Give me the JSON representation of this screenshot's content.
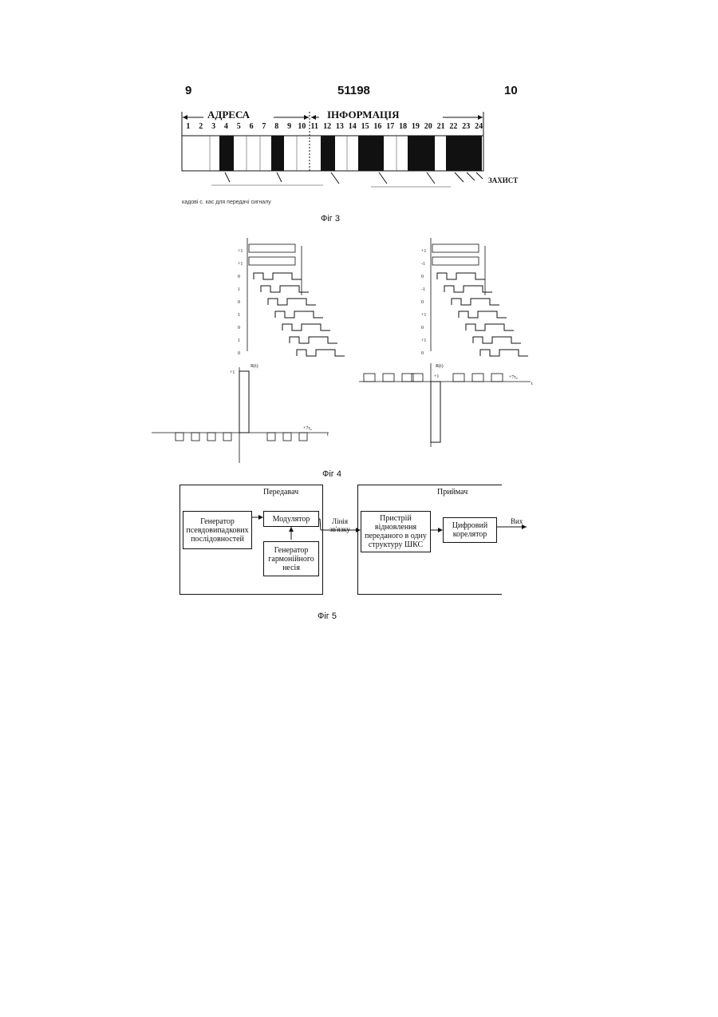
{
  "page": {
    "left_number": "9",
    "patent_number": "51198",
    "right_number": "10"
  },
  "fig3": {
    "label_address": "АДРЕСА",
    "label_info": "ІНФОРМАЦІЯ",
    "label_protect": "ЗАХИСТ",
    "cell_numbers": [
      "1",
      "2",
      "3",
      "4",
      "5",
      "6",
      "7",
      "8",
      "9",
      "10",
      "11",
      "12",
      "13",
      "14",
      "15",
      "16",
      "17",
      "18",
      "19",
      "20",
      "21",
      "22",
      "23",
      "24"
    ],
    "footnote": "кадові с. кас для передачі сигналу",
    "caption": "Фіг 3"
  },
  "fig4": {
    "caption": "Фіг 4",
    "left_row_labels": [
      "+1",
      "+1",
      "0",
      "1",
      "0",
      "1",
      "0",
      "1",
      "0"
    ],
    "right_row_labels": [
      "+1",
      "-1",
      "0",
      "-1",
      "0",
      "+1",
      "0",
      "+1",
      "0"
    ],
    "left_plot_ylabel": "R(t)",
    "left_plot_peak": "+1",
    "left_plot_tail": "+7τ₀",
    "right_plot_ylabel": "R(t)",
    "right_plot_peak": "+1",
    "right_plot_tail": "+7τ₀",
    "axis_t": "t"
  },
  "fig5": {
    "caption": "Фіг 5",
    "transmitter_title": "Передавач",
    "receiver_title": "Приймач",
    "block_generator_seq": "Генератор псевдовипадкових послідовностей",
    "block_modulator": "Модулятор",
    "block_generator_harm": "Генератор гармонійного несія",
    "channel_label": "Лінія зв'язку",
    "block_restore": "Пристрій відновлення переданого в одну структуру ШКС",
    "block_correlator": "Цифровий корелятор",
    "output_label": "Вих"
  }
}
